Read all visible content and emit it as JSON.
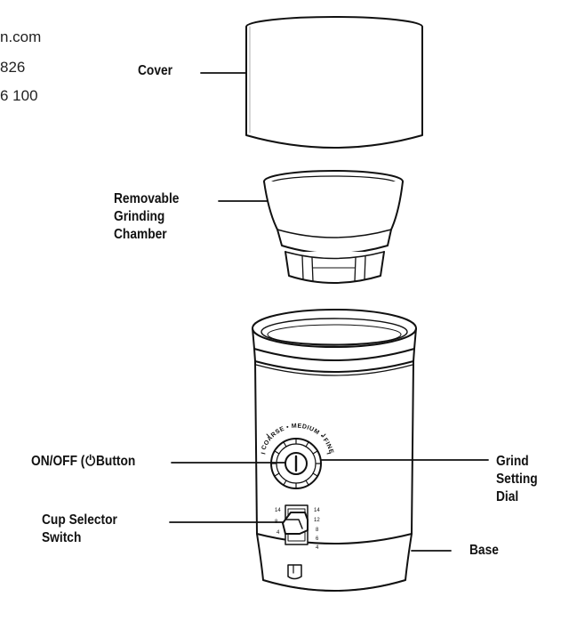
{
  "edge_text": [
    "n.com",
    "826",
    "6 100"
  ],
  "labels": {
    "cover": "Cover",
    "chamber": [
      "Removable",
      "Grinding",
      "Chamber"
    ],
    "onoff_prefix": "ON/OFF (",
    "onoff_glyph": "⏻",
    "onoff_suffix": "Button",
    "cup_selector": [
      "Cup Selector",
      "Switch"
    ],
    "grind_dial": [
      "Grind",
      "Setting",
      "Dial"
    ],
    "base": "Base"
  },
  "dial_text": {
    "arc": "COARSE • MEDIUM • FINE"
  },
  "switch_marks": {
    "left": [
      "14",
      "8",
      "4"
    ],
    "right": [
      "14",
      "12",
      "8",
      "6",
      "4"
    ]
  },
  "colors": {
    "ink": "#111111",
    "paper": "#ffffff"
  }
}
